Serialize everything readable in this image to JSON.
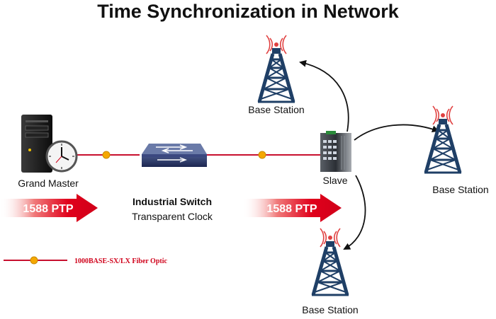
{
  "title": "Time Synchronization in Network",
  "nodes": {
    "grand_master": "Grand Master",
    "switch_name": "Industrial Switch",
    "switch_role": "Transparent Clock",
    "slave": "Slave",
    "base_station_top": "Base Station",
    "base_station_right": "Base Station",
    "base_station_bottom": "Base Station"
  },
  "arrows": {
    "left": "1588 PTP",
    "right": "1588 PTP"
  },
  "legend": {
    "fiber": "1000BASE-SX/LX Fiber Optic"
  },
  "colors": {
    "fiber_line": "#c8102e",
    "connector": "#f5a800",
    "ptp_arrow": "#e0001b",
    "tower": "#1f3f66"
  }
}
